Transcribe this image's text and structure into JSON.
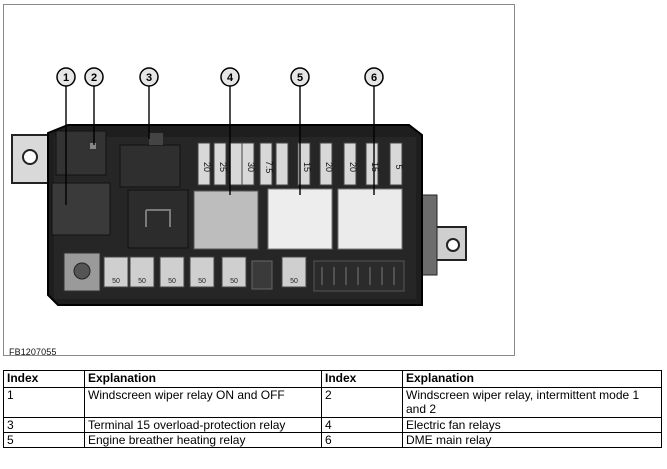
{
  "figure": {
    "id_label": "FB1207055",
    "callouts": [
      "1",
      "2",
      "3",
      "4",
      "5",
      "6"
    ],
    "fuse_labels": [
      "20",
      "25",
      "",
      "30",
      "7.5",
      "",
      "15",
      "20",
      "20",
      "15",
      "5"
    ],
    "lower_fuse_labels": [
      "50",
      "50",
      "50",
      "50",
      "50",
      "50"
    ]
  },
  "table": {
    "headers": [
      "Index",
      "Explanation",
      "Index",
      "Explanation"
    ],
    "rows": [
      {
        "index_a": "1",
        "explanation_a": "Windscreen wiper relay ON and OFF",
        "index_b": "2",
        "explanation_b": "Windscreen wiper relay, intermittent mode 1 and 2"
      },
      {
        "index_a": "3",
        "explanation_a": "Terminal 15 overload-protection relay",
        "index_b": "4",
        "explanation_b": "Electric fan relays"
      },
      {
        "index_a": "5",
        "explanation_a": "Engine breather heating relay",
        "index_b": "6",
        "explanation_b": "DME main relay"
      }
    ]
  }
}
